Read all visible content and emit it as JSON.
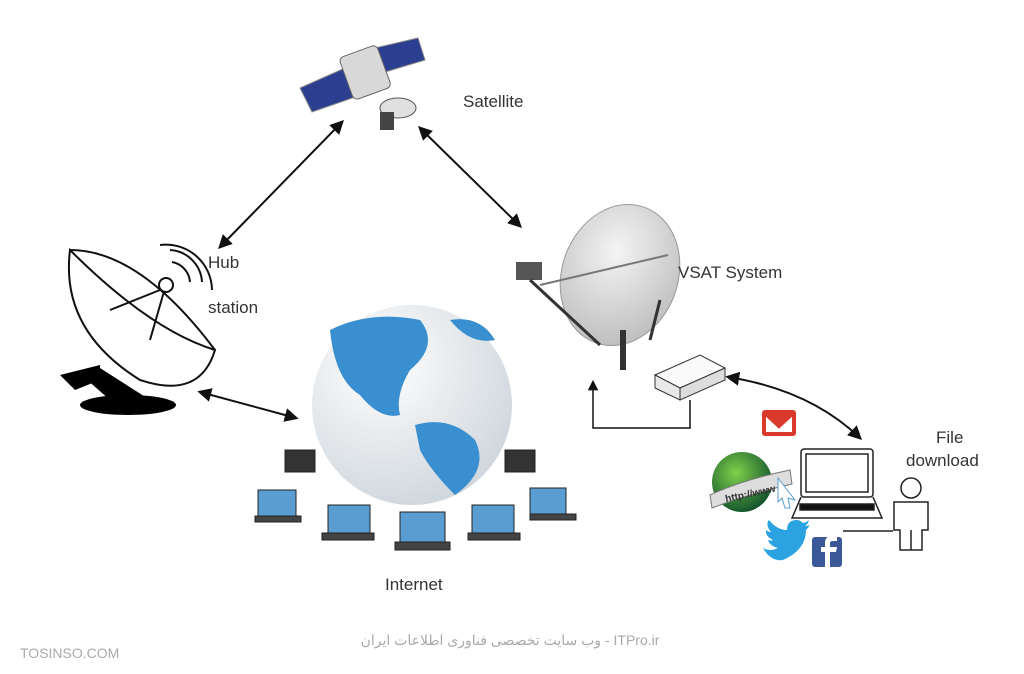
{
  "labels": {
    "satellite": "Satellite",
    "hub_line1": "Hub",
    "hub_line2": "station",
    "vsat": "VSAT System",
    "internet": "Internet",
    "file_line1": "File",
    "file_line2": "download",
    "www": "http://www"
  },
  "footer": {
    "left": "TOSINSO.COM",
    "center": "ITPro.ir - وب سایت تخصصی فناوری اطلاعات ایران"
  },
  "colors": {
    "ocean": "#3a8fd0",
    "land": "#ffffff",
    "gmail": "#d93a2b",
    "twitter": "#2aa3e0",
    "facebook": "#3b5998"
  }
}
